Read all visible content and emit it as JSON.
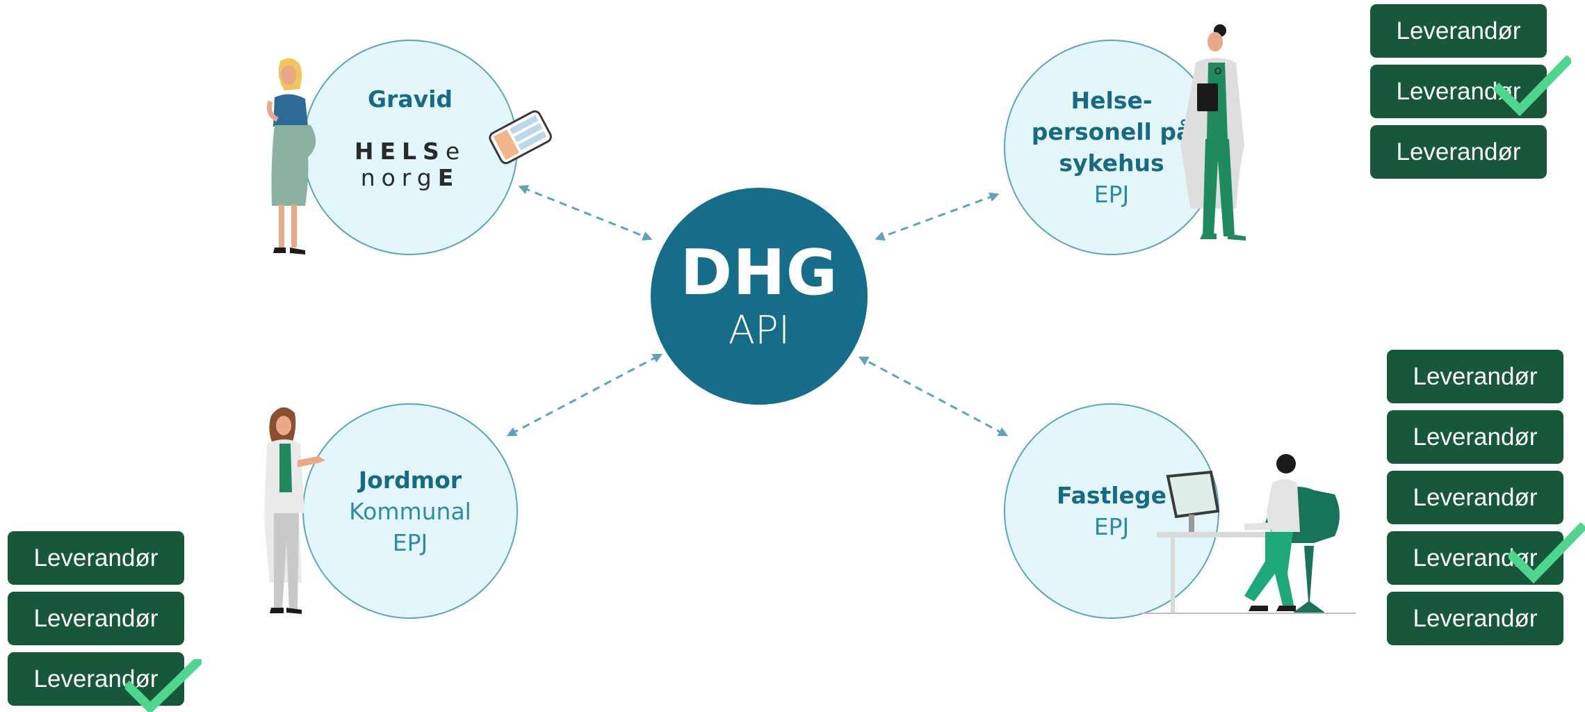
{
  "hub": {
    "title": "DHG",
    "subtitle": "API"
  },
  "nodes": {
    "gravid": {
      "title": "Gravid",
      "logo_top": [
        "HELS",
        "e"
      ],
      "logo_bottom": [
        "norg",
        "E"
      ]
    },
    "sykehus": {
      "title_lines": [
        "Helse-",
        "personell på",
        "sykehus"
      ],
      "subtitle": "EPJ"
    },
    "jordmor": {
      "title": "Jordmor",
      "subtitle_lines": [
        "Kommunal",
        "EPJ"
      ]
    },
    "fastlege": {
      "title": "Fastlege",
      "subtitle": "EPJ"
    }
  },
  "vendor_groups": {
    "top_right": [
      "Leverandør",
      "Leverandør",
      "Leverandør"
    ],
    "bottom_right": [
      "Leverandør",
      "Leverandør",
      "Leverandør",
      "Leverandør",
      "Leverandør"
    ],
    "bottom_left": [
      "Leverandør",
      "Leverandør",
      "Leverandør"
    ]
  },
  "colors": {
    "hub": "#166d89",
    "circle_fill": "#e3f6f9",
    "circle_border": "#5aa6b8",
    "vendor": "#17573a",
    "check": "#4fd68e",
    "arrow": "#5aa6b8"
  },
  "icons": [
    "pregnant-woman-icon",
    "phone-icon",
    "doctor-icon",
    "midwife-icon",
    "gp-at-computer-icon",
    "checkmark-icon"
  ]
}
